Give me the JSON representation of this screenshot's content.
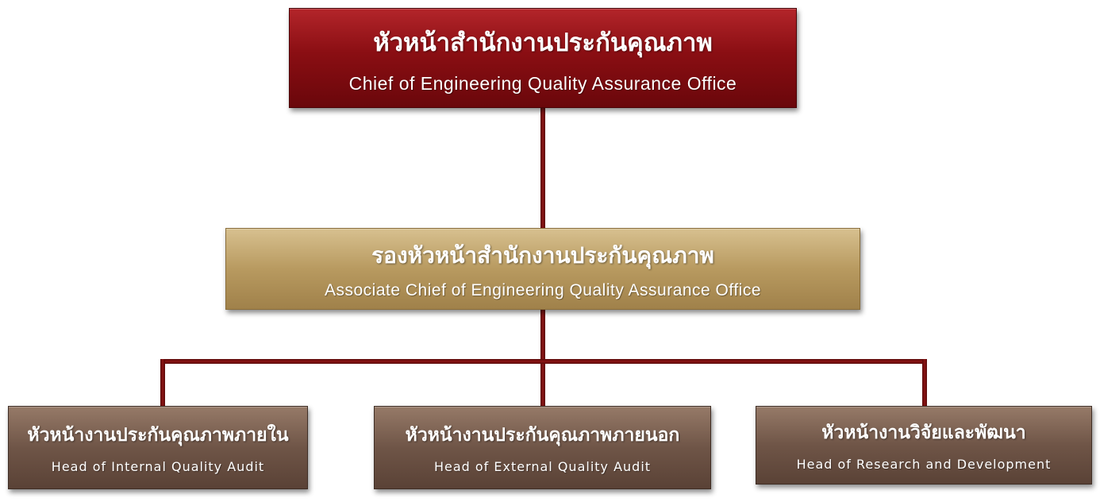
{
  "chief": {
    "title_th": "หัวหน้าสำนักงานประกันคุณภาพ",
    "title_en": "Chief of Engineering  Quality Assurance Office"
  },
  "associate": {
    "title_th": "รองหัวหน้าสำนักงานประกันคุณภาพ",
    "title_en": "Associate Chief of Engineering  Quality Assurance Office"
  },
  "heads": [
    {
      "title_th": "หัวหน้างานประกันคุณภาพภายใน",
      "title_en": "Head of Internal Quality Audit"
    },
    {
      "title_th": "หัวหน้างานประกันคุณภาพภายนอก",
      "title_en": "Head of External Quality Audit"
    },
    {
      "title_th": "หัวหน้างานวิจัยและพัฒนา",
      "title_en": "Head of Research and Development"
    }
  ],
  "colors": {
    "chief": "#8a0e13",
    "associate": "#b89a60",
    "heads": "#6f5547",
    "connector": "#7a1010"
  }
}
